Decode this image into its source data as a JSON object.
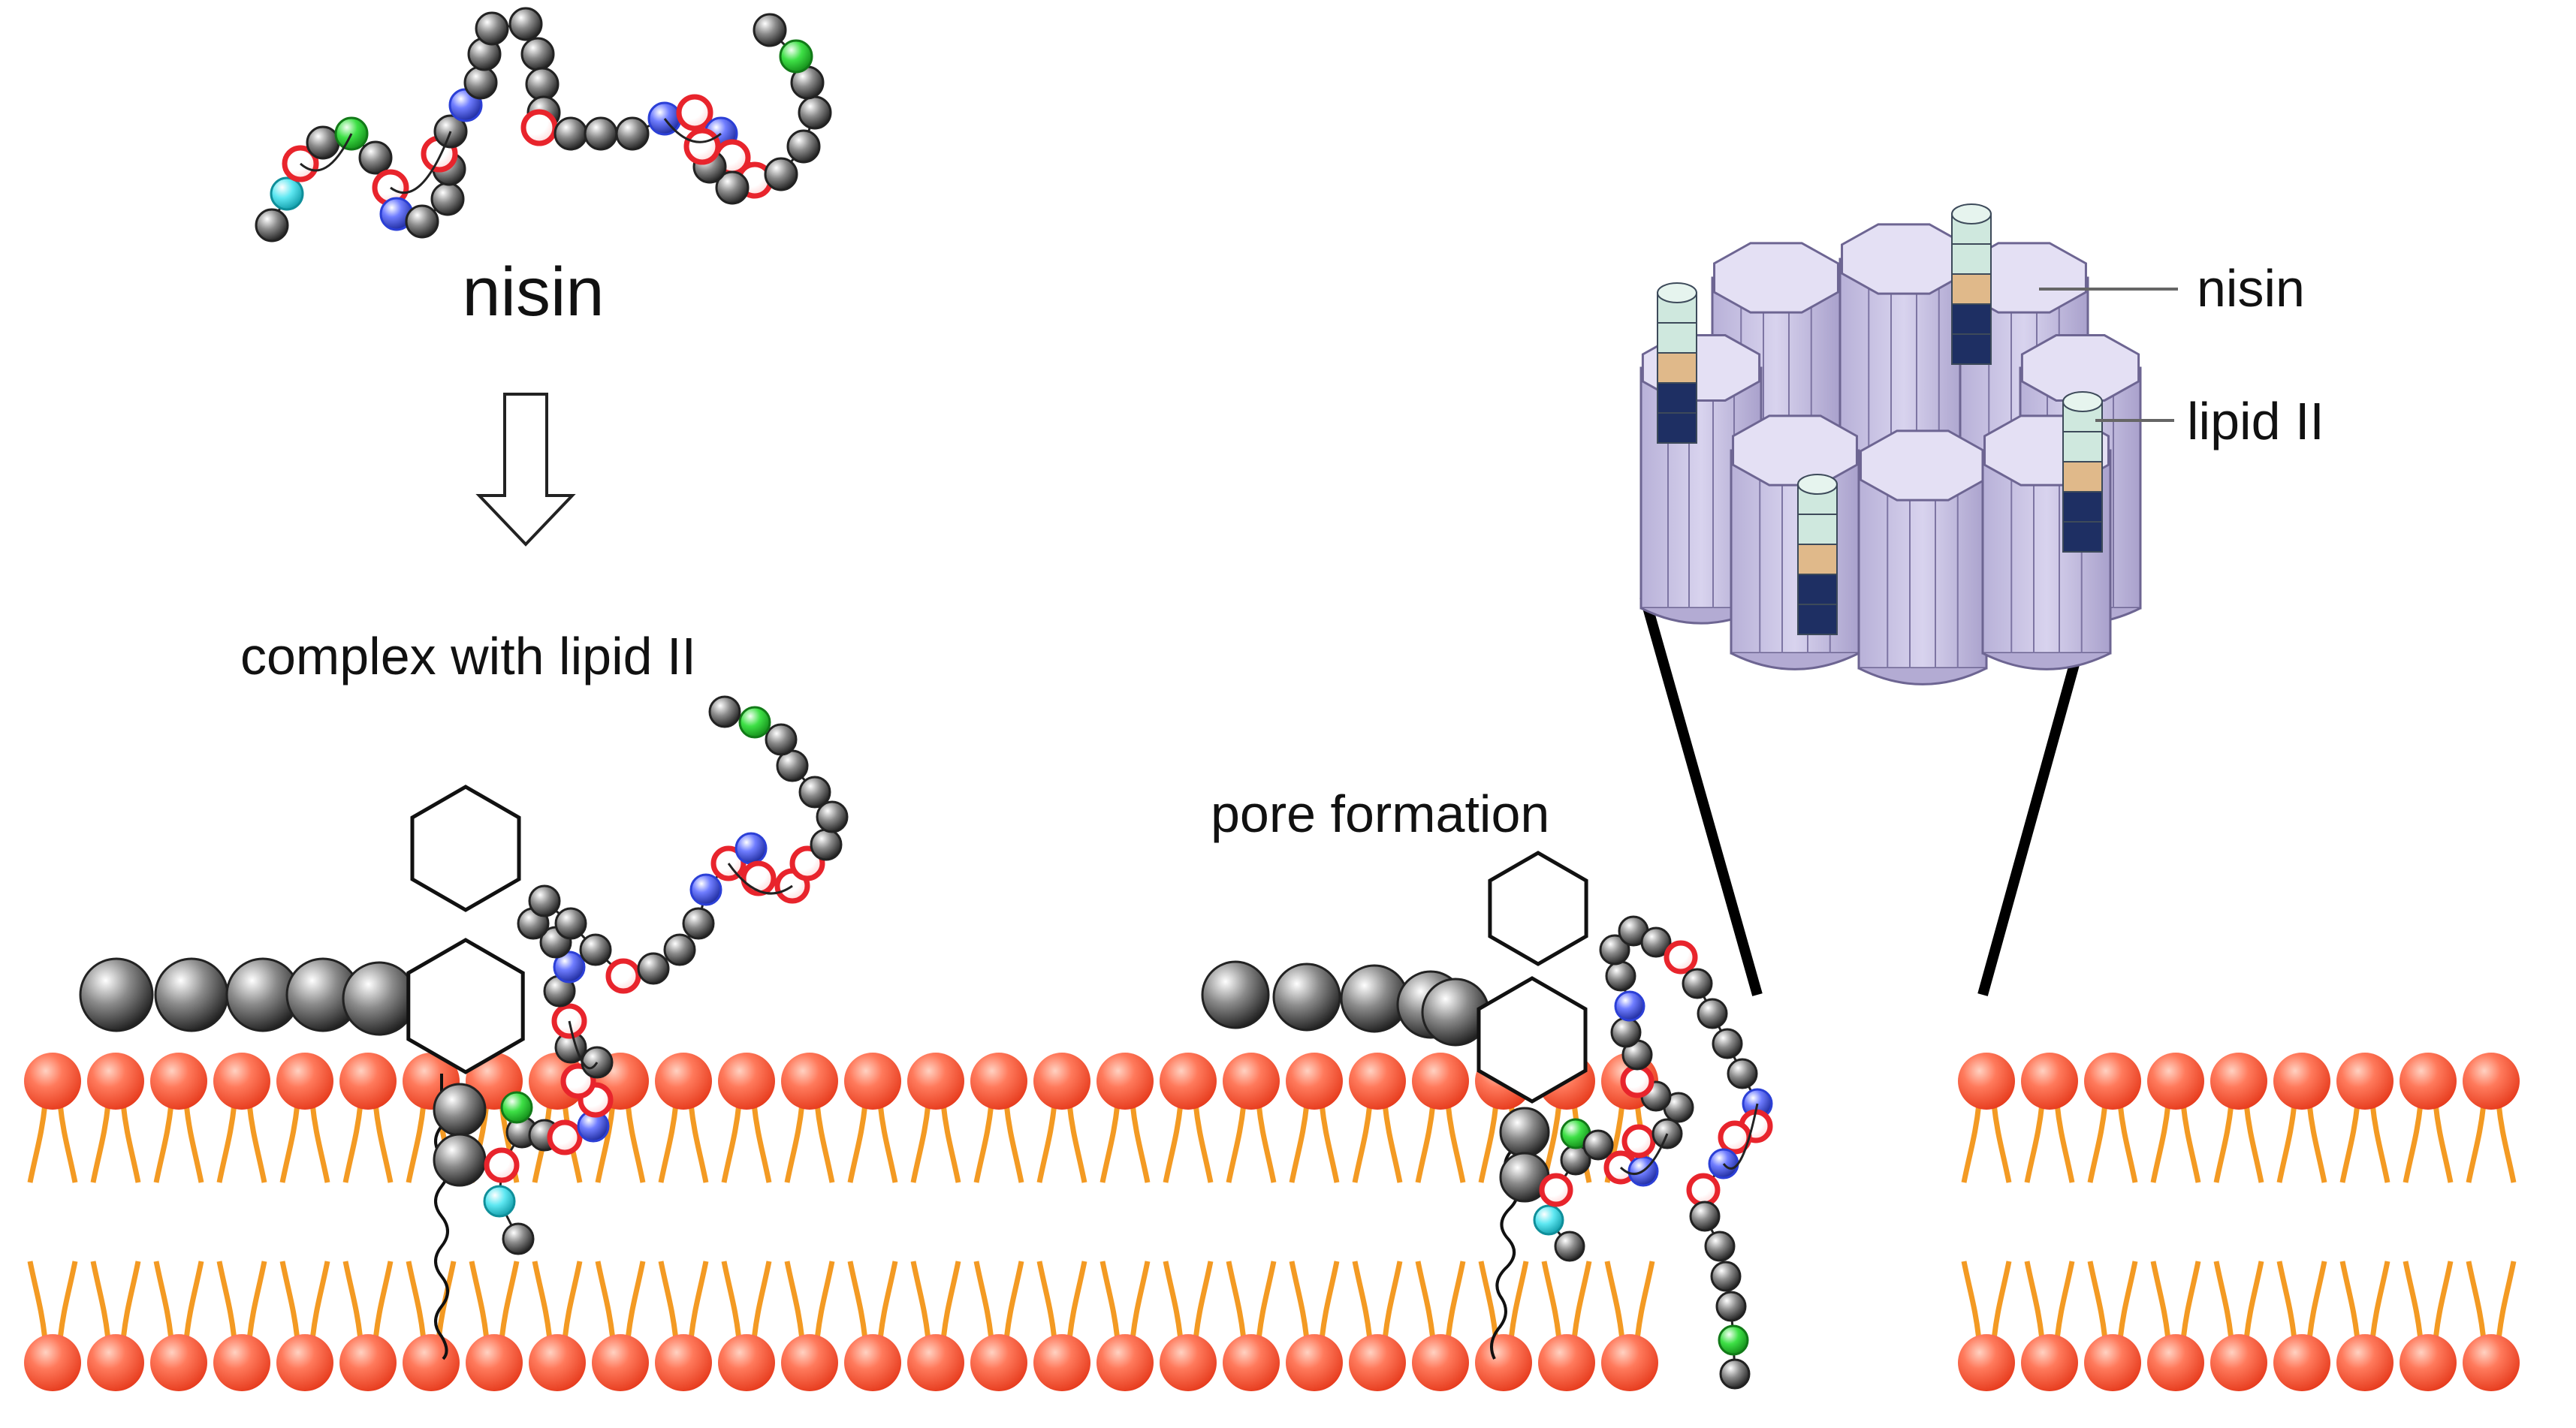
{
  "labels": {
    "nisin_title": "nisin",
    "complex": "complex with lipid II",
    "pore": "pore formation",
    "pore_nisin": "nisin",
    "pore_lipid": "lipid II"
  },
  "colors": {
    "residue_gray": "#4a4a4a",
    "residue_red": "#e8242c",
    "residue_blue": "#2b3fd6",
    "residue_green": "#22c52a",
    "residue_cyan": "#22d3e0",
    "lipid_head": "#f25a3c",
    "lipid_tail": "#f39a23",
    "pore_body": "#cfc9e8",
    "lipid2_mint": "#cfe8de",
    "lipid2_tan": "#e0b98a",
    "lipid2_navy": "#1e2f63"
  },
  "icons": [
    "arrow-down-outline-icon"
  ]
}
